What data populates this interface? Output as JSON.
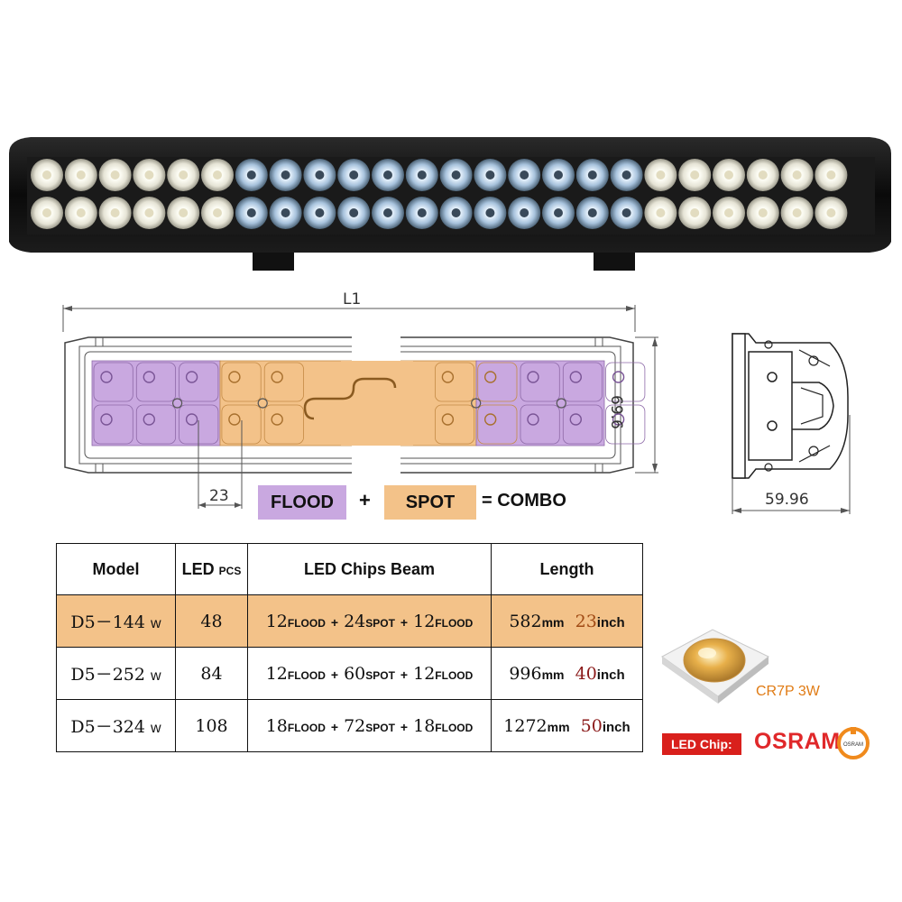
{
  "drawing": {
    "length_label": "L1",
    "height_label": "69.6",
    "pitch_label": "23",
    "depth_label": "59.96"
  },
  "legend": {
    "flood": "FLOOD",
    "plus": "+",
    "spot": "SPOT",
    "equals": "= COMBO"
  },
  "colors": {
    "flood": "#c9a8e0",
    "spot": "#f3c289",
    "highlight_row": "#f3c289",
    "inch_value": "#8b1a1a",
    "osram_red": "#e0282a",
    "chip_text": "#e07b14"
  },
  "table": {
    "headers": {
      "model": "Model",
      "led": "LED",
      "led_unit": "PCS",
      "beam": "LED Chips Beam",
      "length": "Length"
    },
    "rows": [
      {
        "model": "D5－144",
        "model_unit": "w",
        "leds": "48",
        "beam_a": "12",
        "beam_a_unit": "FLOOD",
        "beam_b": "24",
        "beam_b_unit": "SPOT",
        "beam_c": "12",
        "beam_c_unit": "FLOOD",
        "plus": "+",
        "length_mm": "582",
        "mm_unit": "mm",
        "length_in": "23",
        "in_unit": "inch"
      },
      {
        "model": "D5－252",
        "model_unit": "w",
        "leds": "84",
        "beam_a": "12",
        "beam_a_unit": "FLOOD",
        "beam_b": "60",
        "beam_b_unit": "SPOT",
        "beam_c": "12",
        "beam_c_unit": "FLOOD",
        "plus": "+",
        "length_mm": "996",
        "mm_unit": "mm",
        "length_in": "40",
        "in_unit": "inch"
      },
      {
        "model": "D5－324",
        "model_unit": "w",
        "leds": "108",
        "beam_a": "18",
        "beam_a_unit": "FLOOD",
        "beam_b": "72",
        "beam_b_unit": "SPOT",
        "beam_c": "18",
        "beam_c_unit": "FLOOD",
        "plus": "+",
        "length_mm": "1272",
        "mm_unit": "mm",
        "length_in": "50",
        "in_unit": "inch"
      }
    ]
  },
  "chip": {
    "name": "CR7P 3W",
    "tag": "LED Chip:",
    "brand": "OSRAM",
    "logo_text": "OSRAM"
  }
}
